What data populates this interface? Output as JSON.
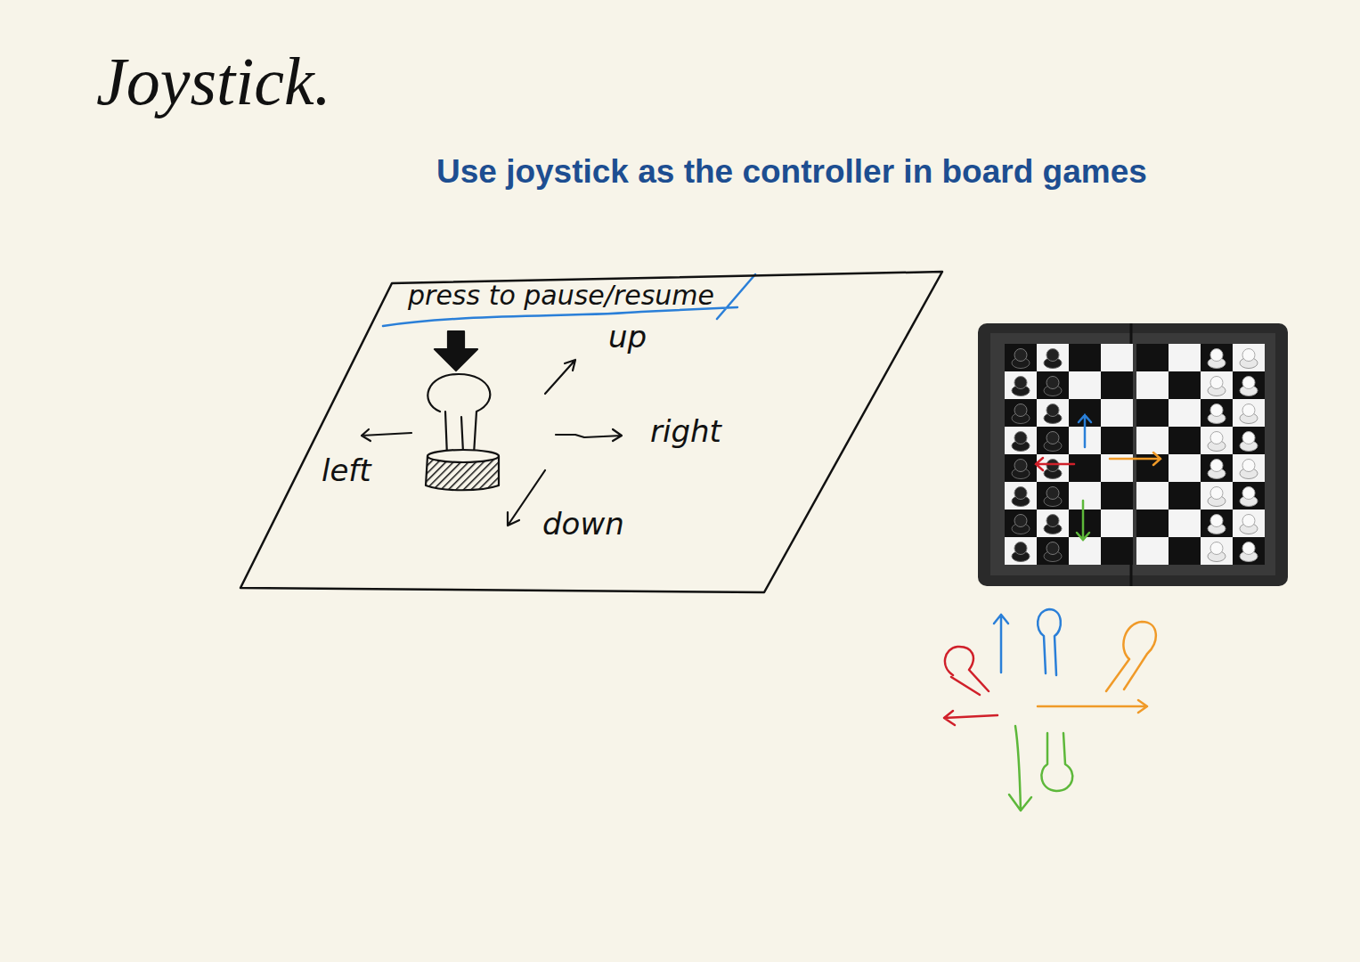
{
  "diagram": {
    "title": "Joystick.",
    "nodes": [
      {
        "text": [
          "press to pause/resume",
          "up",
          "right",
          "left",
          "down"
        ]
      }
    ],
    "labels": [
      "Use joystick as the controller in board games"
    ]
  }
}
